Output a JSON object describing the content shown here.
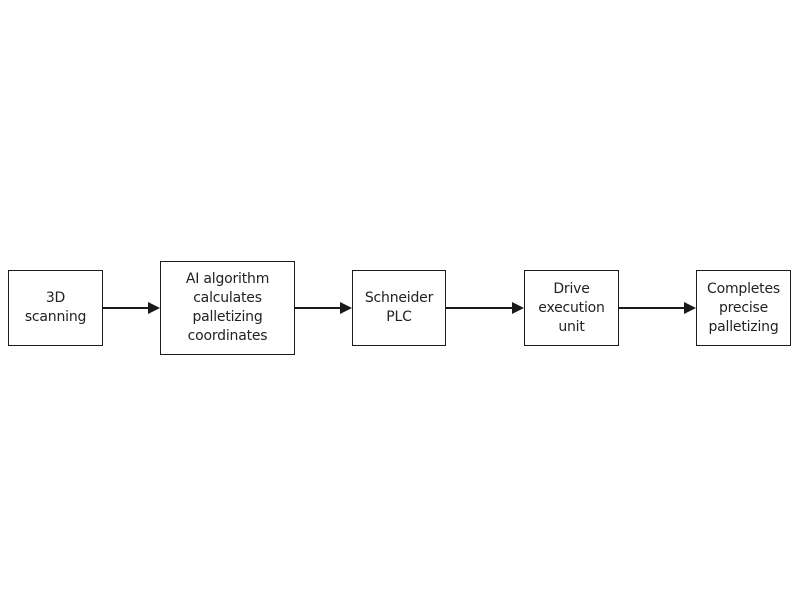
{
  "diagram": {
    "type": "flowchart",
    "direction": "left-to-right",
    "nodes": [
      {
        "id": "n1",
        "label": "3D\nscanning"
      },
      {
        "id": "n2",
        "label": "AI algorithm\ncalculates\npalletizing\ncoordinates"
      },
      {
        "id": "n3",
        "label": "Schneider\nPLC"
      },
      {
        "id": "n4",
        "label": "Drive\nexecution\nunit"
      },
      {
        "id": "n5",
        "label": "Completes\nprecise\npalletizing"
      }
    ],
    "edges": [
      {
        "from": "n1",
        "to": "n2"
      },
      {
        "from": "n2",
        "to": "n3"
      },
      {
        "from": "n3",
        "to": "n4"
      },
      {
        "from": "n4",
        "to": "n5"
      }
    ],
    "colors": {
      "stroke": "#1a1a1a",
      "fill": "#ffffff",
      "text": "#222222"
    }
  }
}
